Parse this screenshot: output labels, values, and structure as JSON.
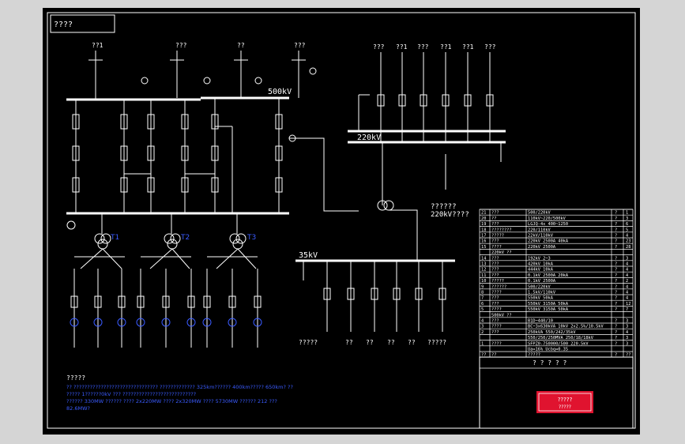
{
  "title_box": "????",
  "voltage_labels": {
    "kv500": "500kV",
    "kv220": "220kV",
    "kv35": "35kV",
    "kv220_note": "??????",
    "kv220_note2": "220kV????"
  },
  "line_labels_500": [
    "??1",
    "???",
    "??",
    "???"
  ],
  "line_labels_220": [
    "???",
    "??1",
    "???",
    "??1",
    "??1",
    "???"
  ],
  "transformer_labels": [
    "T1",
    "T2",
    "T3"
  ],
  "bottom_35kv_labels": [
    "?????",
    "??",
    "??",
    "??",
    "??",
    "?????"
  ],
  "notes_title": "?????",
  "notes_lines": [
    "?? ??????????????????????????????? ????????????? 325km?????? 400km????? 650km? ??",
    "????? 1??????0kV ??? ???????????????????????????",
    "?????? 330MW ?????? ???? 2x220MW ???? 2x320MW ???? 5730MW ?????? 212 ???",
    "82.6MW?"
  ],
  "table_rows": [
    {
      "n": "21",
      "name": "???",
      "spec": "500/220kV",
      "q1": "?",
      "q2": "1"
    },
    {
      "n": "20",
      "name": "??",
      "spec": "110kV~220/500kV",
      "q1": "?",
      "q2": "3"
    },
    {
      "n": "19",
      "name": "???",
      "spec": "LGJQ-4x 400~1250",
      "q1": "?",
      "q2": "6"
    },
    {
      "n": "18",
      "name": "????????",
      "spec": "220/110kV",
      "q1": "?",
      "q2": "5"
    },
    {
      "n": "17",
      "name": "?????",
      "spec": "22kV/110kV",
      "q1": "?",
      "q2": "4"
    },
    {
      "n": "16",
      "name": "???",
      "spec": "220kV  2500A  40kA",
      "q1": "?",
      "q2": "23"
    },
    {
      "n": "15",
      "name": "????",
      "spec": "220kV  2500A",
      "q1": "?",
      "q2": "28"
    },
    {
      "n": "",
      "name": "220kV ??",
      "spec": "",
      "q1": "",
      "q2": ""
    },
    {
      "n": "14",
      "name": "???",
      "spec": "192kV  2~3",
      "q1": "?",
      "q2": "3"
    },
    {
      "n": "13",
      "name": "???",
      "spec": "420kV  10kA",
      "q1": "?",
      "q2": "4"
    },
    {
      "n": "12",
      "name": "???",
      "spec": "444kV  10kA",
      "q1": "?",
      "q2": "4"
    },
    {
      "n": "11",
      "name": "???",
      "spec": "0.1kV  2500A  20kA",
      "q1": "?",
      "q2": "4"
    },
    {
      "n": "10",
      "name": "?????",
      "spec": "0.1kV  2500A",
      "q1": "?",
      "q2": "2"
    },
    {
      "n": "9",
      "name": "??????",
      "spec": "500/220kV",
      "q1": "?",
      "q2": "4"
    },
    {
      "n": "8",
      "name": "????",
      "spec": "1.5kV/110kV",
      "q1": "?",
      "q2": "4"
    },
    {
      "n": "7",
      "name": "???",
      "spec": "550kV  50kA",
      "q1": "?",
      "q2": "4"
    },
    {
      "n": "6",
      "name": "???",
      "spec": "550kV  3150A  50kA",
      "q1": "?",
      "q2": "12"
    },
    {
      "n": "5",
      "name": "????",
      "spec": "550kV  3150A  50kA",
      "q1": "?",
      "q2": "7"
    },
    {
      "n": "",
      "name": "500kV ??",
      "spec": "",
      "q1": "",
      "q2": ""
    },
    {
      "n": "4",
      "name": "???",
      "spec": "B1D~440/10",
      "q1": "?",
      "q2": "3"
    },
    {
      "n": "3",
      "name": "????",
      "spec": "BC~3x630kVA  10kV  2x2.5%/10.5kV",
      "q1": "?",
      "q2": "3"
    },
    {
      "n": "2",
      "name": "???",
      "spec": "250kVA  550/242/35kV",
      "q1": "?",
      "q2": "4"
    },
    {
      "n": "",
      "name": "",
      "spec": "550/250/250MVA  250/18/18kV",
      "q1": "?",
      "q2": "3"
    },
    {
      "n": "1",
      "name": "????",
      "spec": "SFPZ0-750000/500  220.5kV",
      "q1": "?",
      "q2": "3"
    },
    {
      "n": "",
      "name": "",
      "spec": "Ua=16%  Ucbq=0.35",
      "q1": "",
      "q2": ""
    },
    {
      "n": "??",
      "name": "??",
      "spec": "?????",
      "q1": "?",
      "q2": "??"
    }
  ],
  "title_block_text": "? ? ? ? ?",
  "stamp_line1": "?????",
  "stamp_line2": "?????",
  "colors": {
    "background": "#000000",
    "outer": "#d5d5d5",
    "line": "#ffffff",
    "annotation": "#3a5bff",
    "stamp": "#e0132f"
  }
}
